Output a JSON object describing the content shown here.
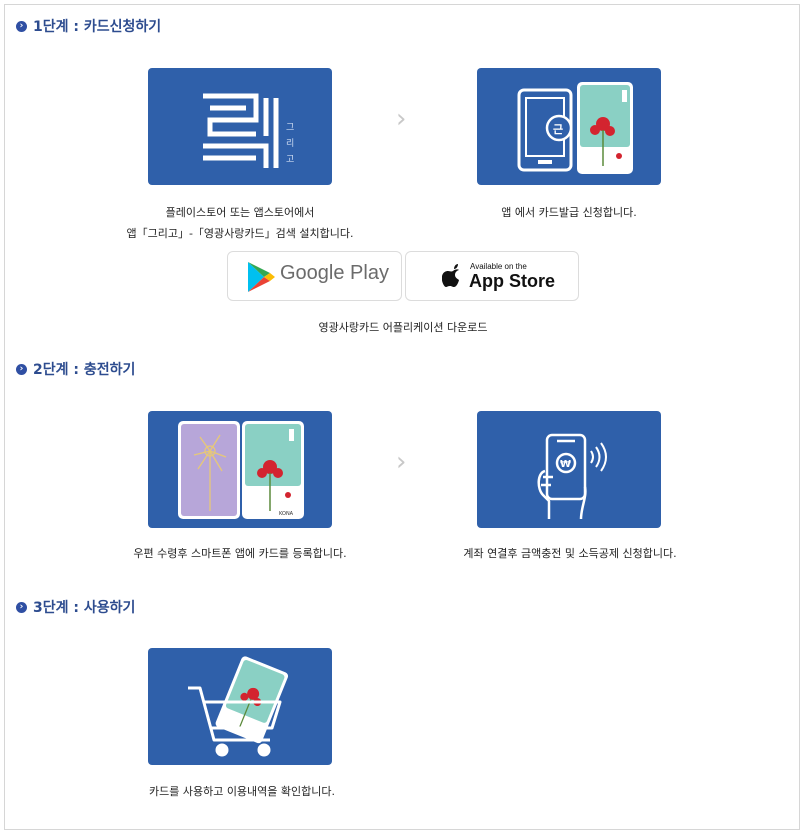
{
  "steps": [
    {
      "title": "1단계 : 카드신청하기"
    },
    {
      "title": "2단계 : 충전하기"
    },
    {
      "title": "3단계 : 사용하기"
    }
  ],
  "step1": {
    "left_caption_line1": "플레이스토어 또는 앱스토어에서",
    "left_caption_line2": "앱「그리고」-「영광사랑카드」검색 설치합니다.",
    "right_caption": "앱 에서 카드발급 신청합니다.",
    "logo_vertical_text": "그리고",
    "google_play_label": "Google Play",
    "app_store_small": "Available on the",
    "app_store_big": "App Store",
    "download_caption": "영광사랑카드 어플리케이션 다운로드"
  },
  "step2": {
    "left_caption": "우편 수령후 스마트폰 앱에 카드를 등록합니다.",
    "right_caption": "계좌 연결후 금액충전 및 소득공제 신청합니다.",
    "card_brand": "KONA",
    "currency_symbol": "₩"
  },
  "step3": {
    "caption": "카드를 사용하고 이용내역을 확인합니다."
  },
  "colors": {
    "tile_blue": "#2f60aa",
    "heading_blue": "#2d4c8f",
    "card_teal": "#8ad0c4",
    "card_lavender": "#b7a6d9",
    "flower_red": "#d3242f"
  },
  "icons": [
    "chevron-right-icon",
    "google-play-icon",
    "apple-icon",
    "phone-icon",
    "card-icon",
    "cart-icon",
    "nfc-icon"
  ]
}
